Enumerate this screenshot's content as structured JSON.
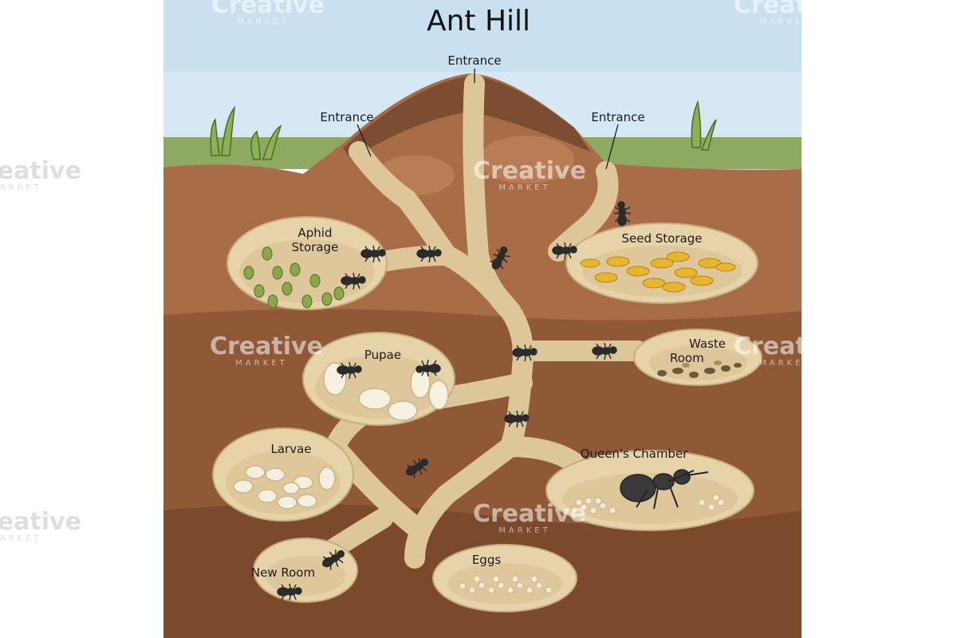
{
  "title": "Ant Hill",
  "labels": {
    "entrance_top": "Entrance",
    "entrance_left": "Entrance",
    "entrance_right": "Entrance",
    "aphid_storage_1": "Aphid",
    "aphid_storage_2": "Storage",
    "seed_storage": "Seed Storage",
    "pupae": "Pupae",
    "waste_room_1": "Waste",
    "waste_room_2": "Room",
    "larvae": "Larvae",
    "queens_chamber": "Queen's Chamber",
    "new_room": "New Room",
    "eggs": "Eggs"
  },
  "watermark": {
    "brand": "Creative",
    "sub": "MARKET"
  },
  "colors": {
    "sky": "#cfe4f2",
    "grass": "#8aab5e",
    "soil_top": "#a9704a",
    "soil_mid": "#8f5a3a",
    "soil_deep": "#7c4a2e",
    "tunnel": "#ddc79c",
    "chamber": "#e8d6ae",
    "ant": "#2b2b2b"
  }
}
